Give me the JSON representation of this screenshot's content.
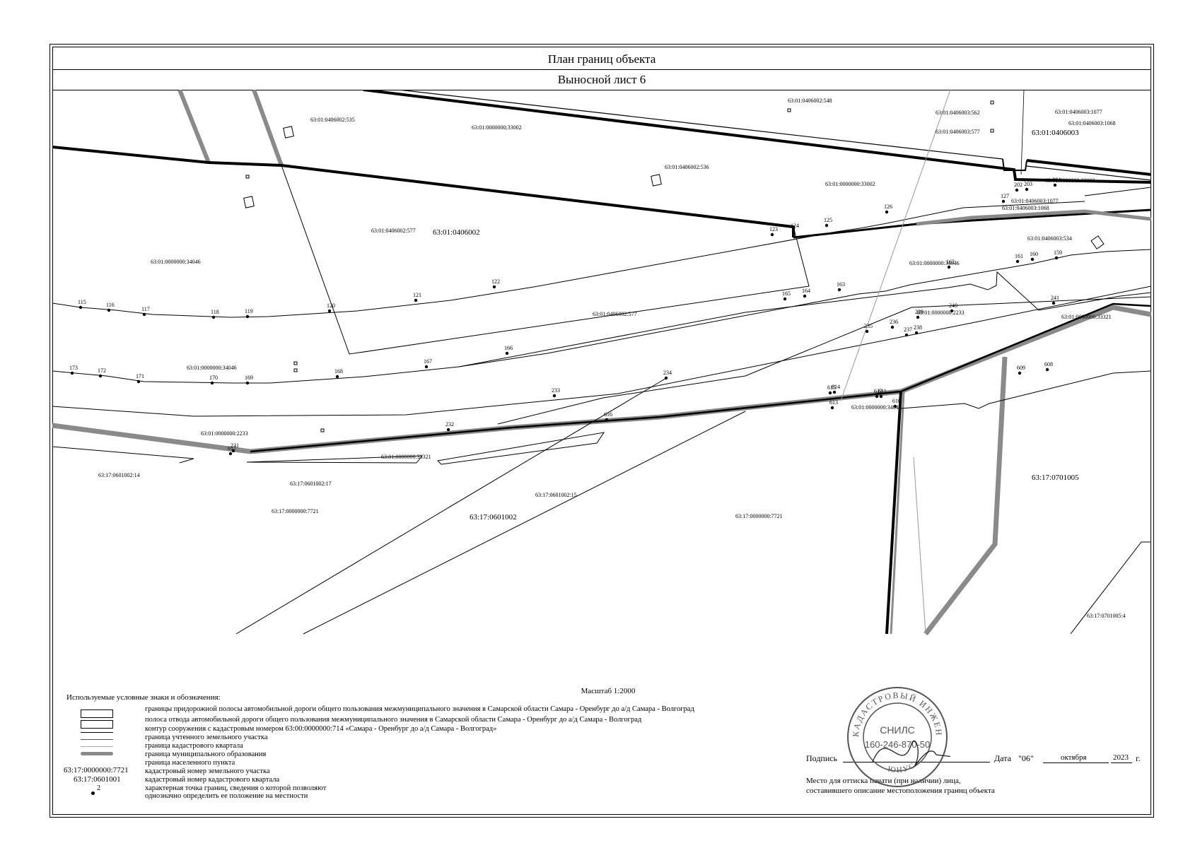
{
  "header": {
    "title": "План границ объекта",
    "subtitle": "Выносной лист 6"
  },
  "map": {
    "quarters": [
      {
        "id": "q1",
        "label": "63:01:0406002"
      },
      {
        "id": "q2",
        "label": "63:01:0406003"
      },
      {
        "id": "q3",
        "label": "63:17:0601002"
      },
      {
        "id": "q4",
        "label": "63:17:0701005"
      }
    ],
    "parcels": [
      "63:01:0406002:535",
      "63:01:0000000:33002",
      "63:01:0406002:548",
      "63:01:0406003:562",
      "63:01:0406003:577",
      "63:01:0406003:1077",
      "63:01:0406003:1068",
      "63:01:0406002:536",
      "63:01:0000000:33002",
      "63:01:0000000:33002",
      "63:01:0406003:1077",
      "63:01:0406003:1068",
      "63:01:0406002:577",
      "63:01:0000000:34046",
      "63:01:0406003:534",
      "63:01:0000000:34046",
      "63:01:0406002:577",
      "63:01:0000000:2233",
      "63:01:0000000:33321",
      "63:01:0000000:34046",
      "63:01:0000000:34046",
      "63:01:0000000:2233",
      "63:01:0000000:33321",
      "63:17:0601002:14",
      "63:17:0601002:17",
      "63:17:0601002:15",
      "63:17:0000000:7721",
      "63:17:0000000:7721",
      "63:17:0701005:4"
    ],
    "points": [
      "115",
      "116",
      "117",
      "118",
      "119",
      "120",
      "121",
      "122",
      "123",
      "124",
      "125",
      "126",
      "127",
      "202",
      "203",
      "204",
      "162",
      "161",
      "160",
      "159",
      "165",
      "164",
      "163",
      "173",
      "172",
      "171",
      "170",
      "169",
      "168",
      "167",
      "166",
      "234",
      "235",
      "236",
      "237",
      "238",
      "239",
      "240",
      "241",
      "233",
      "232",
      "231",
      "617",
      "616",
      "615",
      "614",
      "613",
      "612",
      "611",
      "610",
      "609",
      "608"
    ]
  },
  "scale": "Масштаб 1:2000",
  "legend": {
    "title": "Используемые условные знаки и обозначения:",
    "items": [
      "границы придорожной полосы автомобильной дороги общего пользования межмуниципального значения в Самарской области Самара - Оренбург до а/д Самара - Волгоград",
      "полоса отвода автомобильной дороги общего пользования межмуниципального значения в Самарской области Самара - Оренбург до а/д Самара - Волгоград",
      "контур сооружения с кадастровым номером 63:00:0000000:714 «Самара - Оренбург до а/д Самара - Волгоград»",
      "граница учтенного земельного участка",
      "граница кадастрового квартала",
      "граница муниципального образования",
      "граница населенного пункта",
      "кадастровый номер земельного участка",
      "кадастровый номер кадастрового квартала",
      "характерная точка границ, сведения о которой позволяют",
      "однозначно определить ее положение на местности"
    ],
    "sample_parcel": "63:17:0000000:7721",
    "sample_quarter": "63:17:0601001",
    "sample_point": "2"
  },
  "signature": {
    "label": "Подпись",
    "date_label": "Дата",
    "day": "\"06\"",
    "month": "октября",
    "year": "2023",
    "year_suffix": "г.",
    "stamp_note_1": "Место для оттиска печати (при наличии) лица,",
    "stamp_note_2": "составившего описание местоположения границ объекта"
  },
  "stamp": {
    "top_text": "КАДАСТРОВЫЙ ИНЖЕНЕР",
    "label": "СНИЛС",
    "number": "160-246-870-50",
    "bottom_text": "ЮНУС"
  }
}
